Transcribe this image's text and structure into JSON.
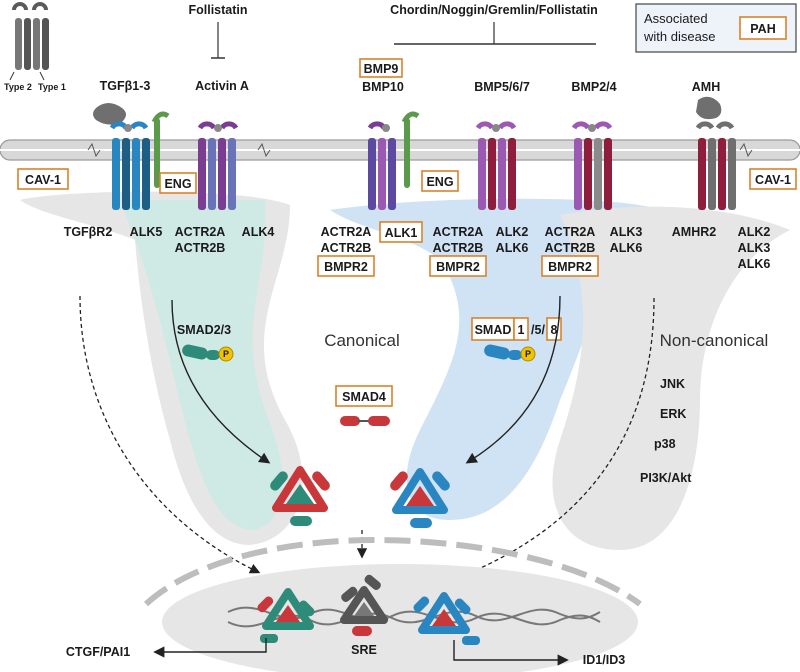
{
  "legend": {
    "text_line1": "Associated",
    "text_line2": "with disease",
    "badge": "PAH"
  },
  "inhibitors": {
    "left": "Follistatin",
    "right": "Chordin/Noggin/Gremlin/Follistatin"
  },
  "receptor_key": {
    "type2": "Type 2",
    "type1": "Type 1"
  },
  "ligands": {
    "tgfb": "TGFβ1-3",
    "activin": "Activin A",
    "bmp9": "BMP9",
    "bmp10": "BMP10",
    "bmp567": "BMP5/6/7",
    "bmp24": "BMP2/4",
    "amh": "AMH"
  },
  "membrane_labels": {
    "cav1_left": "CAV-1",
    "eng_left": "ENG",
    "eng_right": "ENG",
    "cav1_right": "CAV-1"
  },
  "receptors": {
    "tgfbr2": "TGFβR2",
    "alk5": "ALK5",
    "actr2a_1": "ACTR2A",
    "actr2b_1": "ACTR2B",
    "alk4": "ALK4",
    "actr2a_2": "ACTR2A",
    "actr2b_2": "ACTR2B",
    "bmpr2_1": "BMPR2",
    "alk1": "ALK1",
    "actr2a_3": "ACTR2A",
    "actr2b_3": "ACTR2B",
    "bmpr2_2": "BMPR2",
    "alk2_1": "ALK2",
    "alk6_1": "ALK6",
    "actr2a_4": "ACTR2A",
    "actr2b_4": "ACTR2B",
    "bmpr2_3": "BMPR2",
    "alk3_1": "ALK3",
    "alk6_2": "ALK6",
    "amhr2": "AMHR2",
    "alk2_2": "ALK2",
    "alk3_2": "ALK3",
    "alk6_3": "ALK6"
  },
  "pathways": {
    "smad23": "SMAD2/3",
    "canonical": "Canonical",
    "smad_prefix": "SMAD",
    "smad_1": "1",
    "smad_sep1": "/5/",
    "smad_8": "8",
    "smad4": "SMAD4",
    "noncanonical": "Non-canonical",
    "jnk": "JNK",
    "erk": "ERK",
    "p38": "p38",
    "pi3k": "PI3K/Akt",
    "phospho": "P"
  },
  "nucleus": {
    "sre": "SRE",
    "ctgf": "CTGF/PAI1",
    "id": "ID1/ID3"
  },
  "colors": {
    "green": "#2e8b7a",
    "red": "#c8383a",
    "blue": "#2a86c0",
    "gray": "#6f6f6f",
    "purple": "#7a3d91",
    "maroon": "#8e1e3c",
    "orange": "#d9822b",
    "mint": "#cfeae4",
    "skyblue": "#cfe3f5"
  }
}
